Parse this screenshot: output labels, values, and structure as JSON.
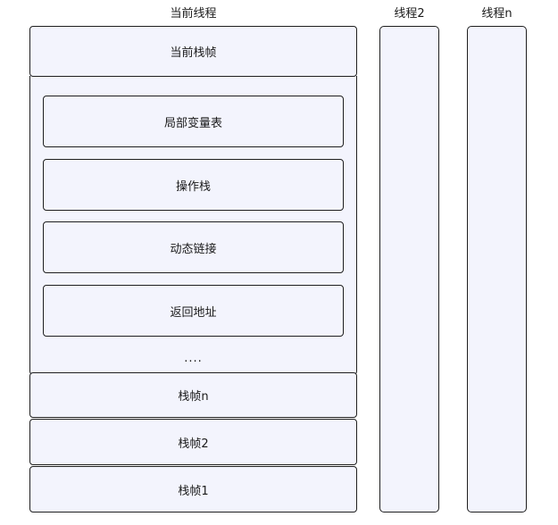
{
  "headers": {
    "current_thread": "当前线程",
    "thread_2": "线程2",
    "thread_n": "线程n"
  },
  "current_frame": {
    "title": "当前栈帧",
    "items": [
      "局部变量表",
      "操作栈",
      "动态链接",
      "返回地址"
    ],
    "ellipsis": "...."
  },
  "frames": [
    "栈帧n",
    "栈帧2",
    "栈帧1"
  ],
  "colors": {
    "box_fill": "#f3f4fd",
    "border": "#1f1f1f"
  }
}
